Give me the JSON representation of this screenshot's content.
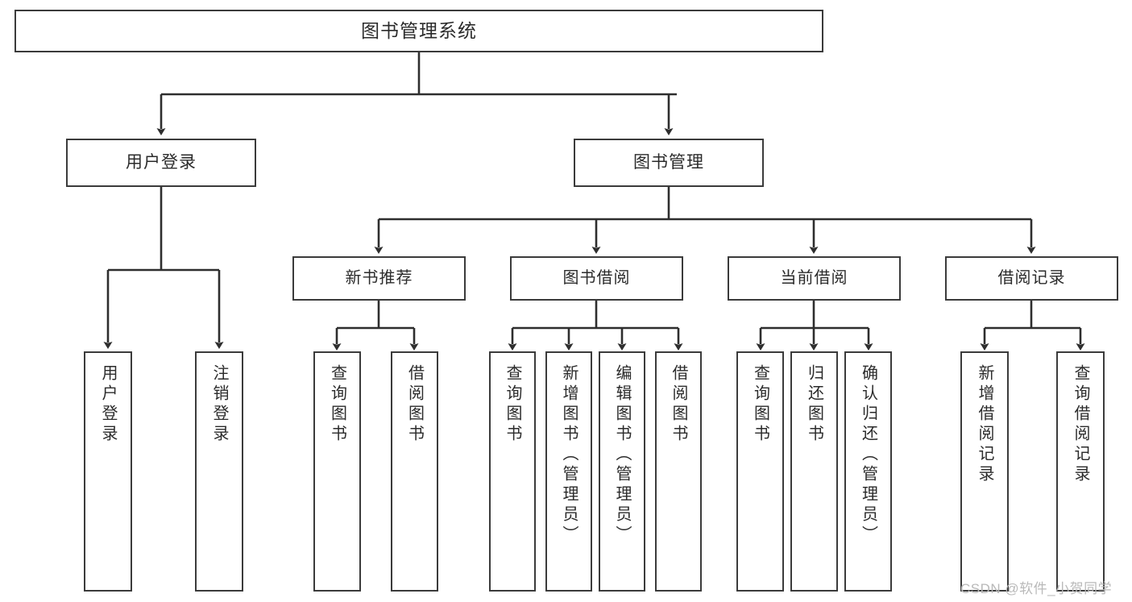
{
  "diagram": {
    "title": "图书管理系统",
    "root": {
      "label": "图书管理系统"
    },
    "level1": [
      {
        "label": "用户登录"
      },
      {
        "label": "图书管理"
      }
    ],
    "level2": [
      {
        "label": "新书推荐"
      },
      {
        "label": "图书借阅"
      },
      {
        "label": "当前借阅"
      },
      {
        "label": "借阅记录"
      }
    ],
    "leaves": {
      "user_login": [
        {
          "label": "用户登录"
        },
        {
          "label": "注销登录"
        }
      ],
      "new_book_recommend": [
        {
          "label": "查询图书"
        },
        {
          "label": "借阅图书"
        }
      ],
      "book_borrow": [
        {
          "label": "查询图书"
        },
        {
          "label": "新增图书（管理员）"
        },
        {
          "label": "编辑图书（管理员）"
        },
        {
          "label": "借阅图书"
        }
      ],
      "current_borrow": [
        {
          "label": "查询图书"
        },
        {
          "label": "归还图书"
        },
        {
          "label": "确认归还（管理员）"
        }
      ],
      "borrow_record": [
        {
          "label": "新增借阅记录"
        },
        {
          "label": "查询借阅记录"
        }
      ]
    }
  },
  "watermark": {
    "text": "CSDN @软件_小贺同学"
  },
  "colors": {
    "border": "#3b3b3b",
    "text": "#2b2b2b",
    "background": "#ffffff",
    "watermark": "#b9b9b9"
  }
}
